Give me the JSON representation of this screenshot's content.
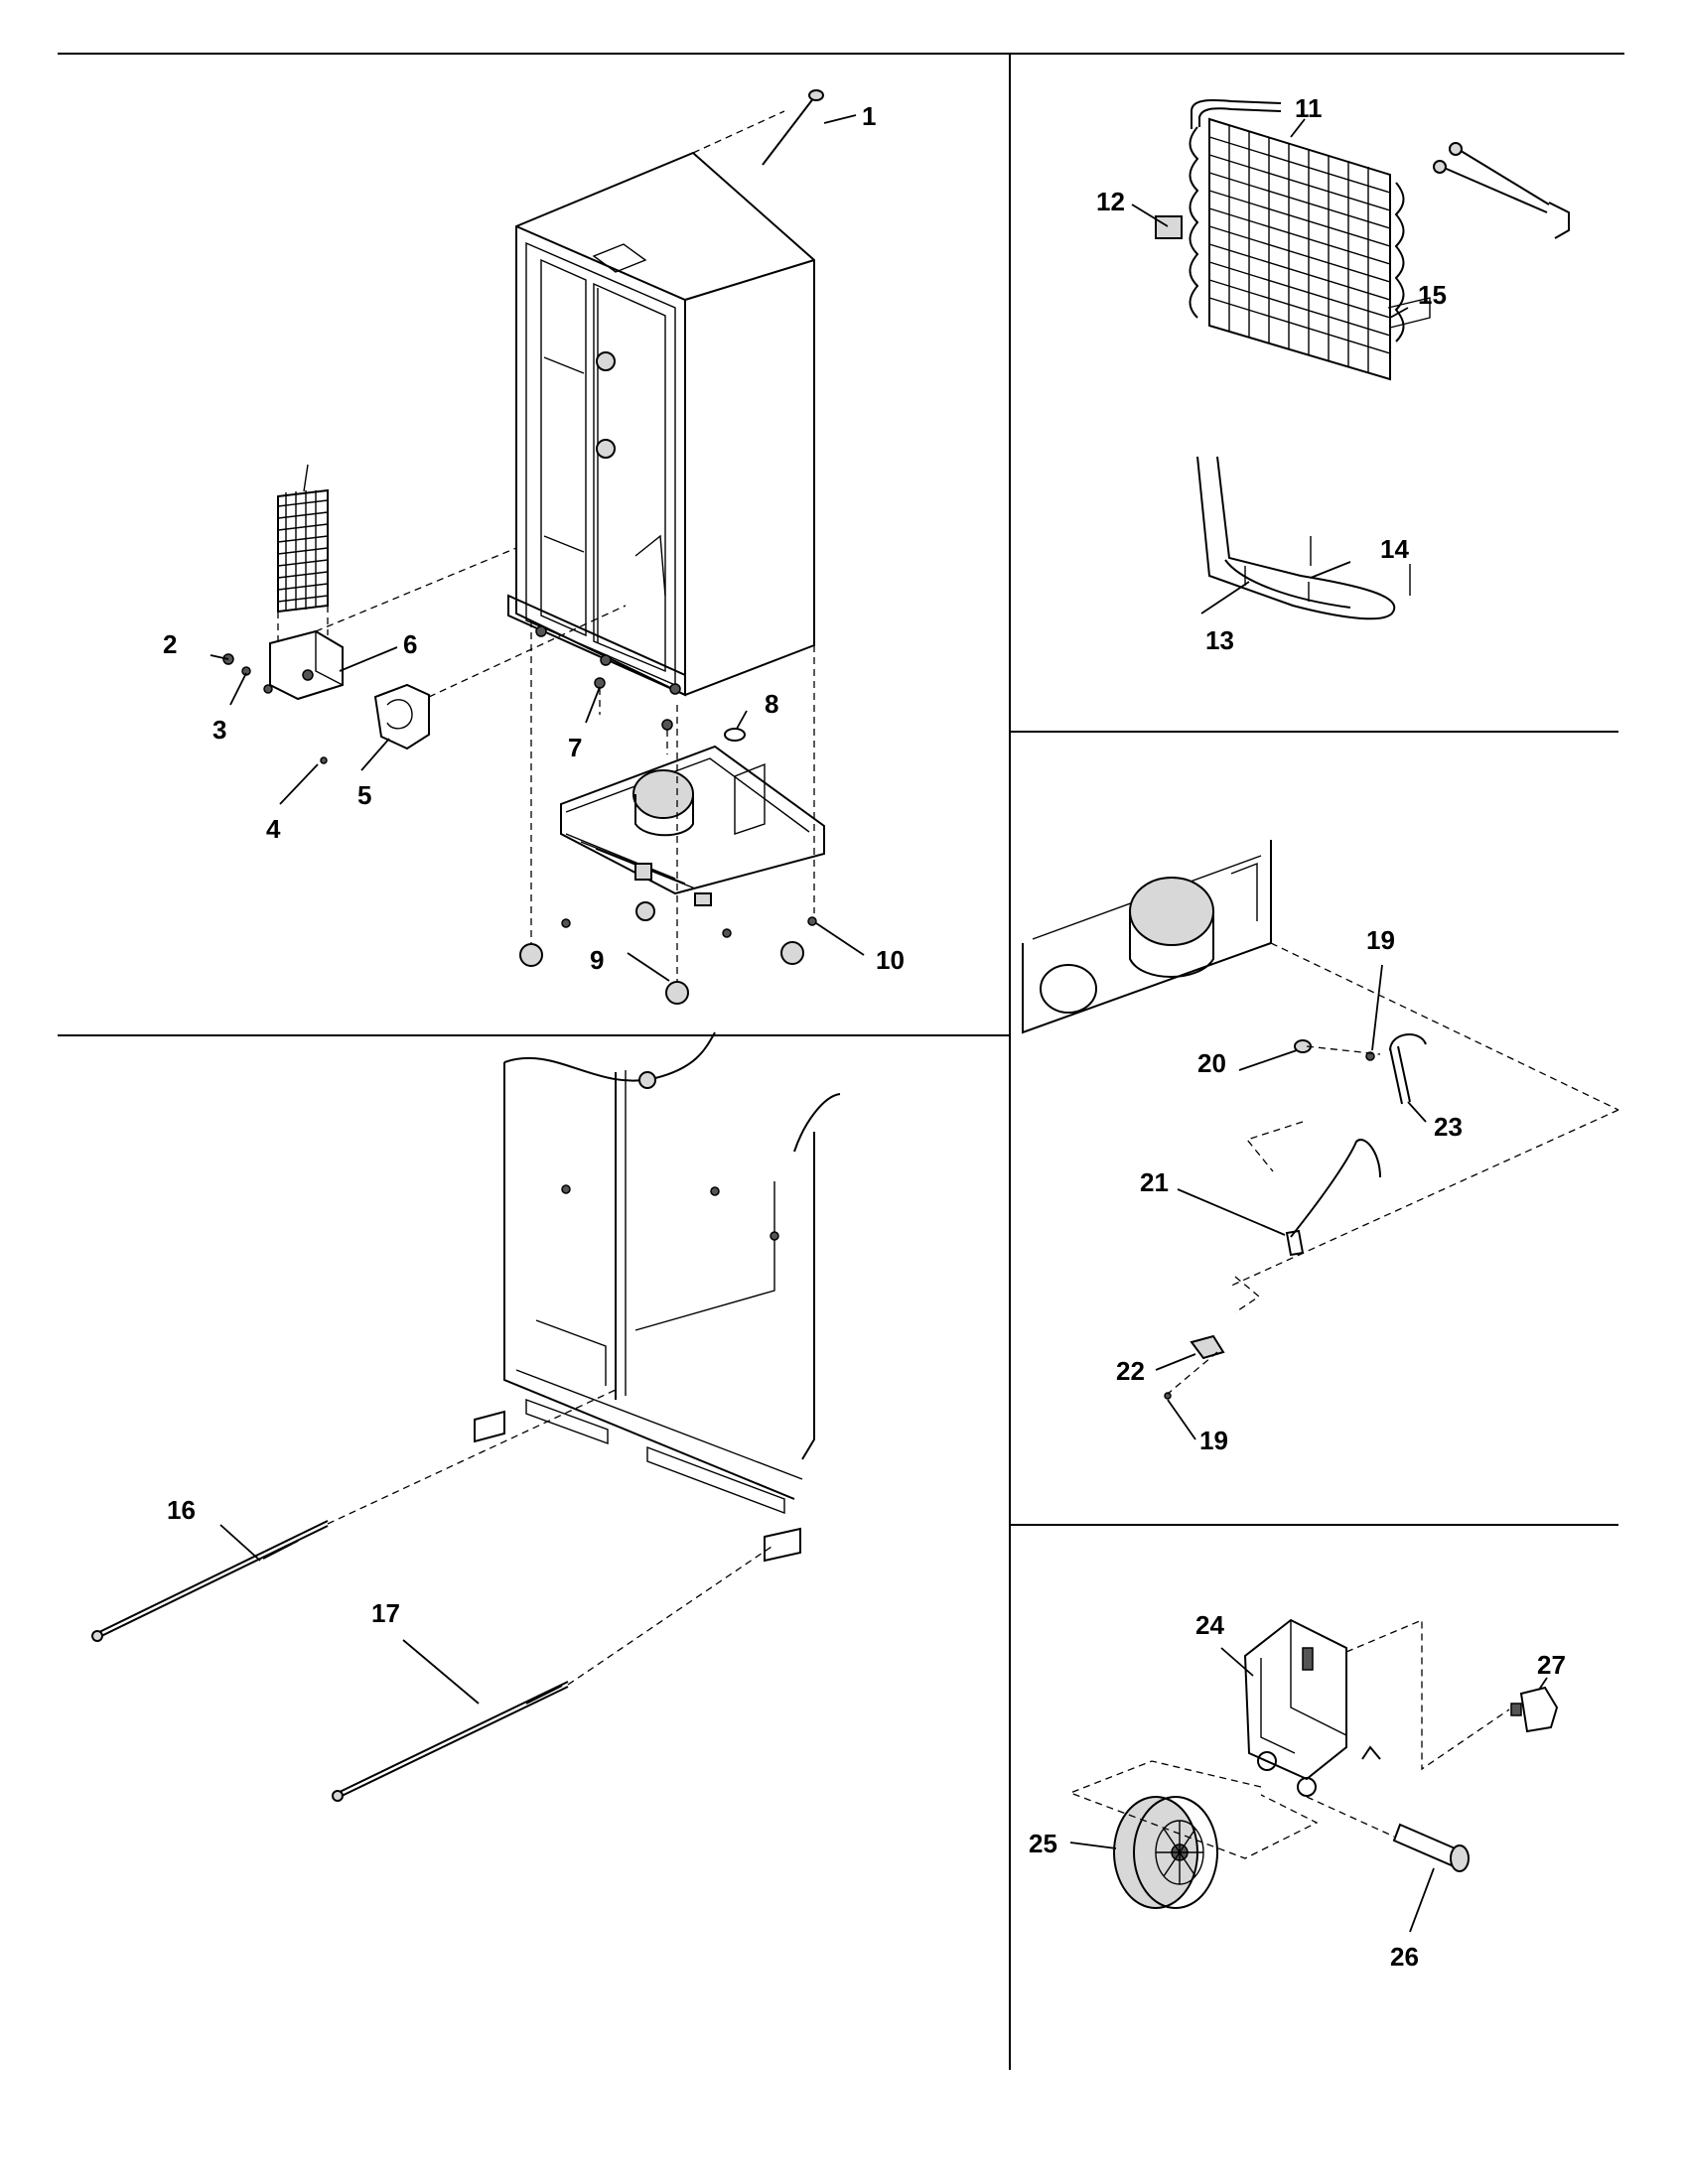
{
  "callouts": [
    {
      "id": "c1",
      "text": "1"
    },
    {
      "id": "c2",
      "text": "2"
    },
    {
      "id": "c3",
      "text": "3"
    },
    {
      "id": "c4",
      "text": "4"
    },
    {
      "id": "c5",
      "text": "5"
    },
    {
      "id": "c6",
      "text": "6"
    },
    {
      "id": "c7",
      "text": "7"
    },
    {
      "id": "c8",
      "text": "8"
    },
    {
      "id": "c9",
      "text": "9"
    },
    {
      "id": "c10",
      "text": "10"
    },
    {
      "id": "c11",
      "text": "11"
    },
    {
      "id": "c12",
      "text": "12"
    },
    {
      "id": "c13",
      "text": "13"
    },
    {
      "id": "c14",
      "text": "14"
    },
    {
      "id": "c15",
      "text": "15"
    },
    {
      "id": "c16",
      "text": "16"
    },
    {
      "id": "c17",
      "text": "17"
    },
    {
      "id": "c19a",
      "text": "19"
    },
    {
      "id": "c19b",
      "text": "19"
    },
    {
      "id": "c20",
      "text": "20"
    },
    {
      "id": "c21",
      "text": "21"
    },
    {
      "id": "c22",
      "text": "22"
    },
    {
      "id": "c23",
      "text": "23"
    },
    {
      "id": "c24",
      "text": "24"
    },
    {
      "id": "c25",
      "text": "25"
    },
    {
      "id": "c26",
      "text": "26"
    },
    {
      "id": "c27",
      "text": "27"
    }
  ]
}
